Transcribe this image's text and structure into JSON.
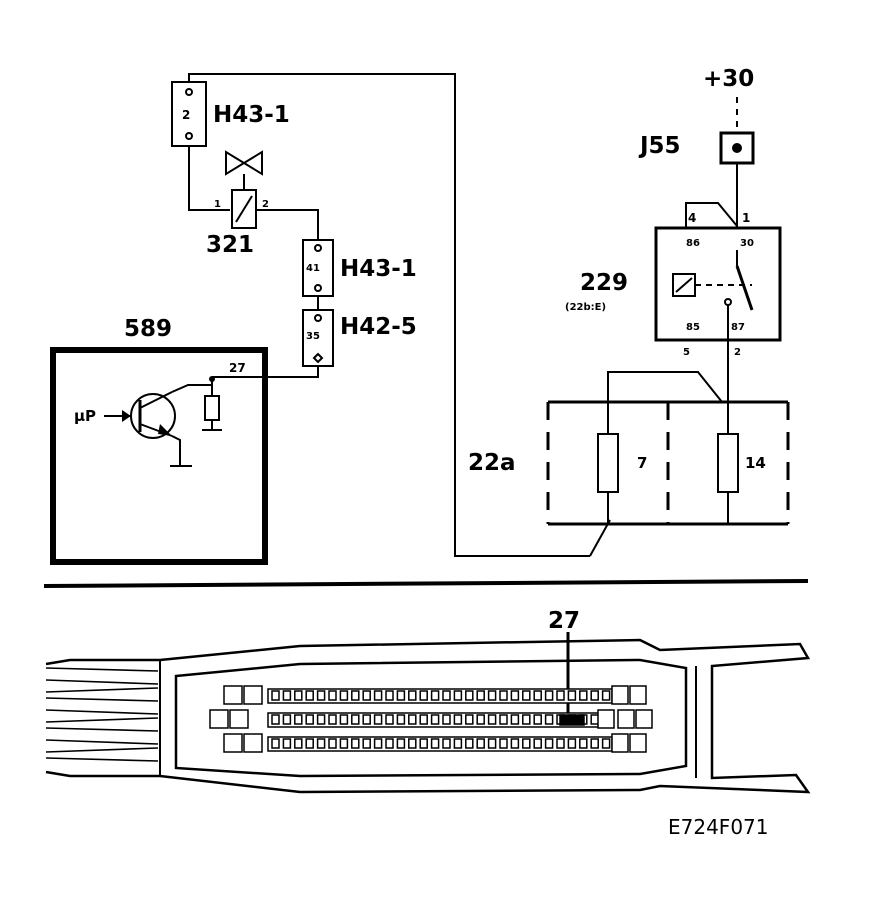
{
  "circuit": {
    "connectors": {
      "h43_top": {
        "label": "H43-1",
        "pin": "2"
      },
      "h43_mid": {
        "label": "H43-1",
        "pin": "41"
      },
      "h42": {
        "label": "H42-5",
        "pin": "35"
      }
    },
    "valve": {
      "label": "321",
      "pin_left": "1",
      "pin_right": "2"
    },
    "ecu": {
      "label": "589",
      "signal_label": "μP",
      "pin": "27"
    },
    "supply": {
      "label": "+30"
    },
    "fuse_j55": {
      "label": "J55"
    },
    "relay": {
      "label": "229",
      "sublabel": "(22b:E)",
      "pin_86": "86",
      "pin_30": "30",
      "pin_85": "85",
      "pin_87": "87",
      "wire_4": "4",
      "wire_1": "1",
      "wire_5": "5",
      "wire_2": "2"
    },
    "fusebox": {
      "label": "22a",
      "fuse_left": "7",
      "fuse_right": "14"
    }
  },
  "connector_view": {
    "pin_callout": "27"
  },
  "figure_code": "E724F071"
}
